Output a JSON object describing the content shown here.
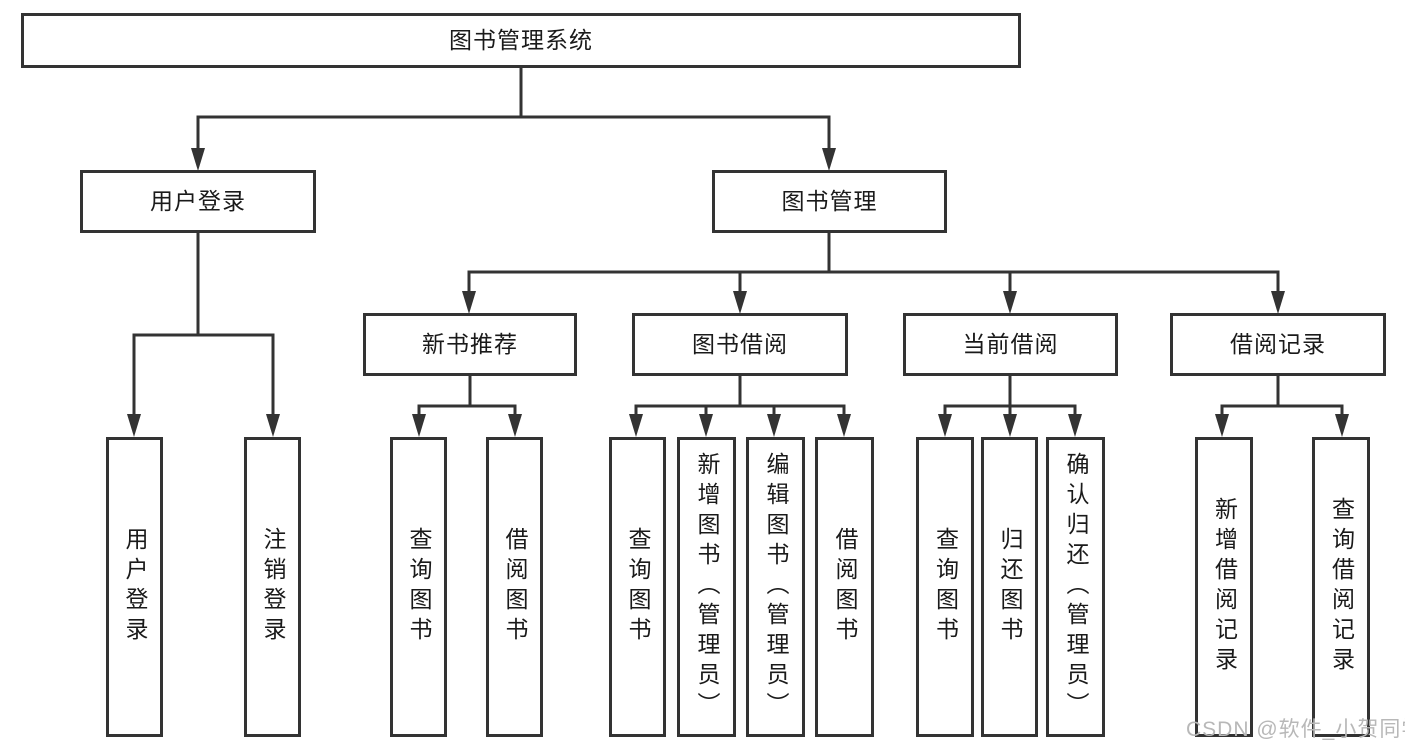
{
  "tree": {
    "label": "图书管理系统",
    "children": [
      {
        "label": "用户登录",
        "children": [
          {
            "label": "用户登录"
          },
          {
            "label": "注销登录"
          }
        ]
      },
      {
        "label": "图书管理",
        "children": [
          {
            "label": "新书推荐",
            "children": [
              {
                "label": "查询图书"
              },
              {
                "label": "借阅图书"
              }
            ]
          },
          {
            "label": "图书借阅",
            "children": [
              {
                "label": "查询图书"
              },
              {
                "label": "新增图书（管理员）"
              },
              {
                "label": "编辑图书（管理员）"
              },
              {
                "label": "借阅图书"
              }
            ]
          },
          {
            "label": "当前借阅",
            "children": [
              {
                "label": "查询图书"
              },
              {
                "label": "归还图书"
              },
              {
                "label": "确认归还（管理员）"
              }
            ]
          },
          {
            "label": "借阅记录",
            "children": [
              {
                "label": "新增借阅记录"
              },
              {
                "label": "查询借阅记录"
              }
            ]
          }
        ]
      }
    ]
  },
  "watermark": {
    "text": "CSDN @软件_小贺同学"
  },
  "colors": {
    "line": "#333333",
    "box_border": "#333333",
    "text": "#1a1a1a",
    "watermark": "#b8b8b8",
    "background": "#ffffff"
  }
}
